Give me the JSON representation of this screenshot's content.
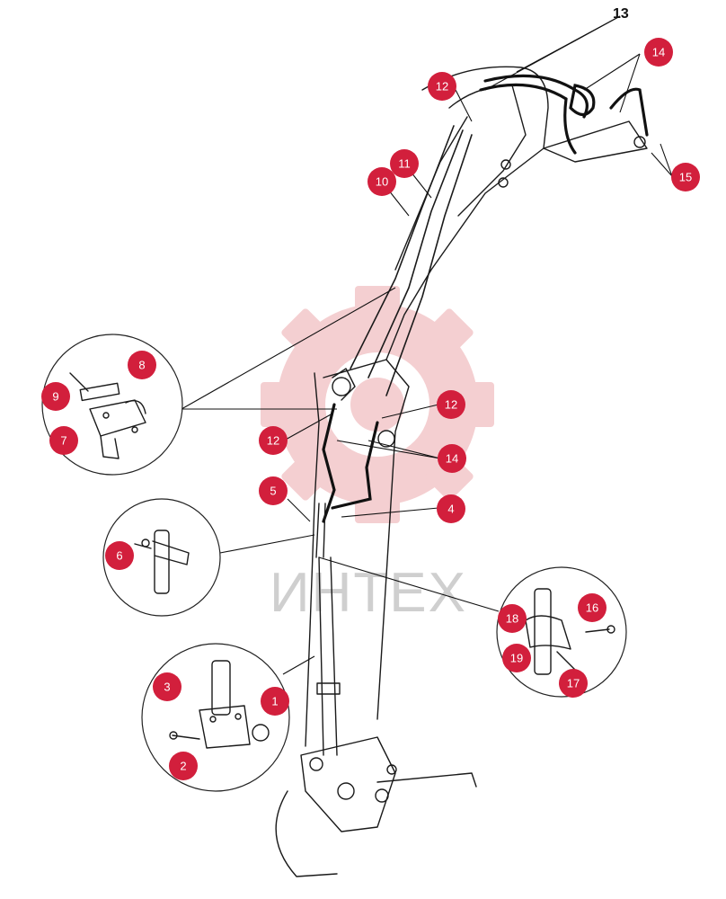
{
  "diagram": {
    "watermark": {
      "text": "ИНТЕХ",
      "color": "#f3c7c9",
      "text_color": "#cfcfcf"
    },
    "callout_color": "#d21f3c",
    "label_13": "13",
    "callouts": {
      "c1": "1",
      "c2": "2",
      "c3": "3",
      "c4": "4",
      "c5": "5",
      "c6": "6",
      "c7": "7",
      "c8": "8",
      "c9": "9",
      "c10": "10",
      "c11": "11",
      "c12a": "12",
      "c12b": "12",
      "c12c": "12",
      "c14a": "14",
      "c14b": "14",
      "c15": "15",
      "c16": "16",
      "c17": "17",
      "c18": "18",
      "c19": "19"
    }
  }
}
